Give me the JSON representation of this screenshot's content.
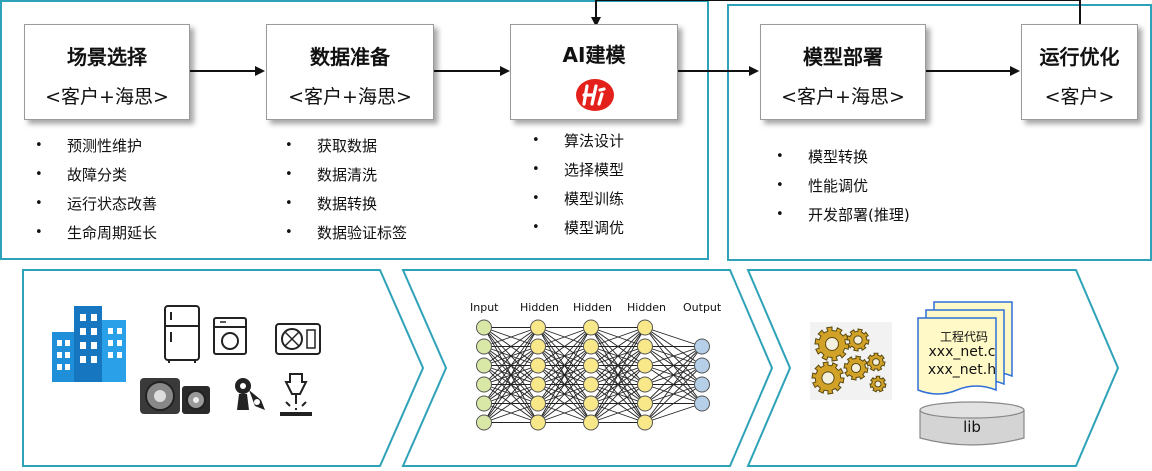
{
  "stages": [
    {
      "id": "scene",
      "title": "场景选择",
      "sub": "<客户+海思>",
      "items": [
        "预测性维护",
        "故障分类",
        "运行状态改善",
        "生命周期延长"
      ]
    },
    {
      "id": "data",
      "title": "数据准备",
      "sub": "<客户+海思>",
      "items": [
        "获取数据",
        "数据清洗",
        "数据转换",
        "数据验证标签"
      ]
    },
    {
      "id": "ai",
      "title": "AI建模",
      "sub": "",
      "items": [
        "算法设计",
        "选择模型",
        "模型训练",
        "模型调优"
      ]
    },
    {
      "id": "deploy",
      "title": "模型部署",
      "sub": "<客户+海思>",
      "items": [
        "模型转换",
        "性能调优",
        "开发部署(推理)"
      ]
    },
    {
      "id": "optimize",
      "title": "运行优化",
      "sub": "<客户>",
      "items": []
    }
  ],
  "nn": {
    "layers": [
      "Input",
      "Hidden",
      "Hidden",
      "Hidden",
      "Output"
    ]
  },
  "code_doc": {
    "lines": [
      "工程代码",
      "xxx_net.c",
      "xxx_net.h"
    ]
  },
  "lib": {
    "label": "lib"
  },
  "colors": {
    "frame": "#2ea2b8",
    "logo": "#e4201a",
    "building": "#1e8fd8",
    "input_node": "#d9e8a6",
    "hidden_node": "#f8e88a",
    "output_node": "#b5cfe8",
    "gear": "#d1a227"
  }
}
